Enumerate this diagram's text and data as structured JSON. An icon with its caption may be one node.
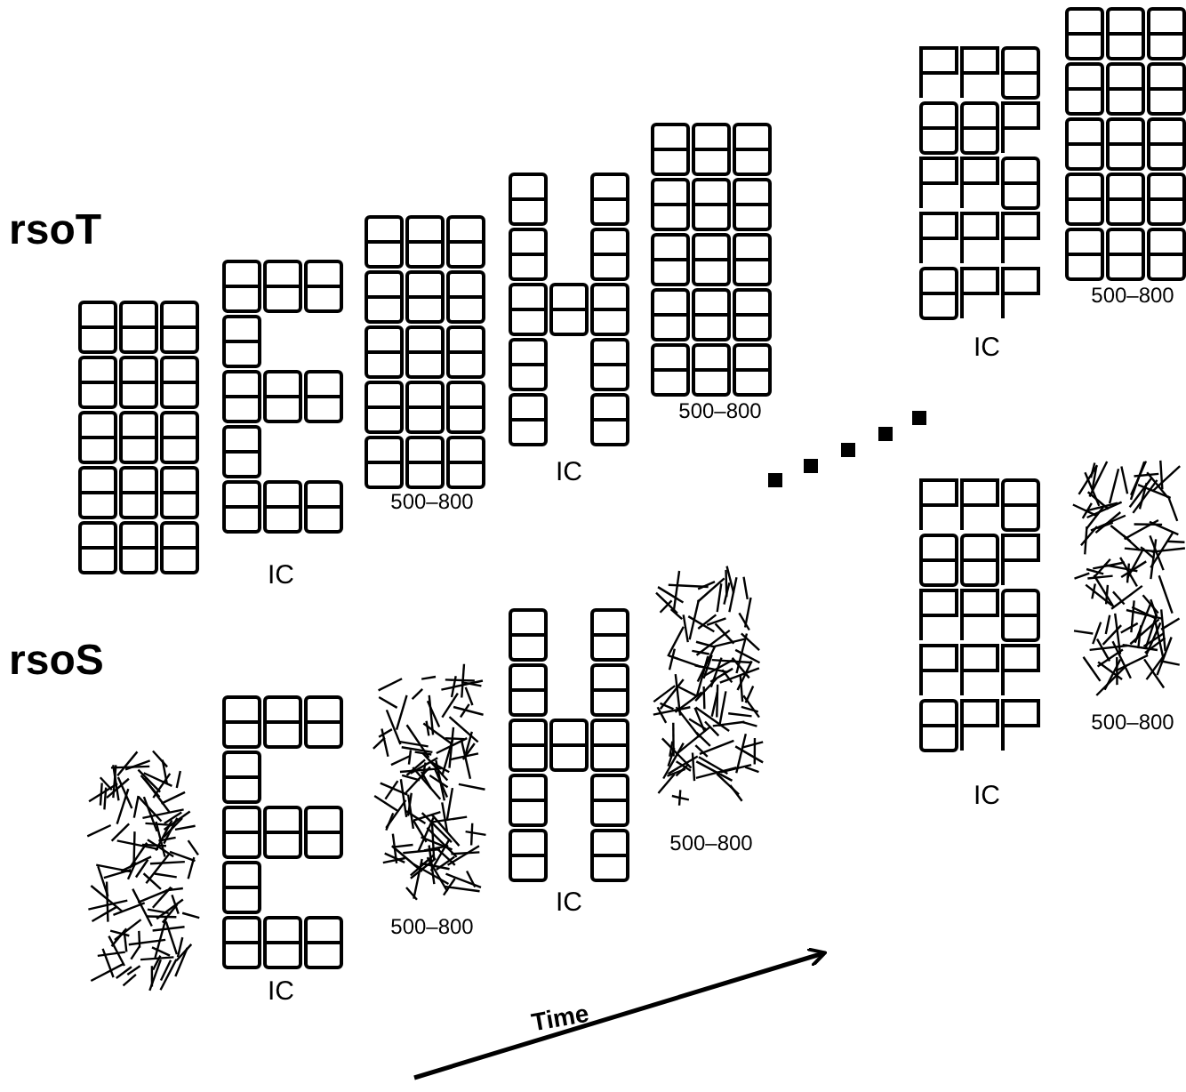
{
  "diagram": {
    "labels": [
      "rsoT",
      "IC",
      "500–800",
      "IC",
      "500–800",
      "IC",
      "500–800",
      "rsoS",
      "IC",
      "500–800",
      "IC",
      "500–800",
      "IC",
      "500–800",
      "Time"
    ]
  }
}
